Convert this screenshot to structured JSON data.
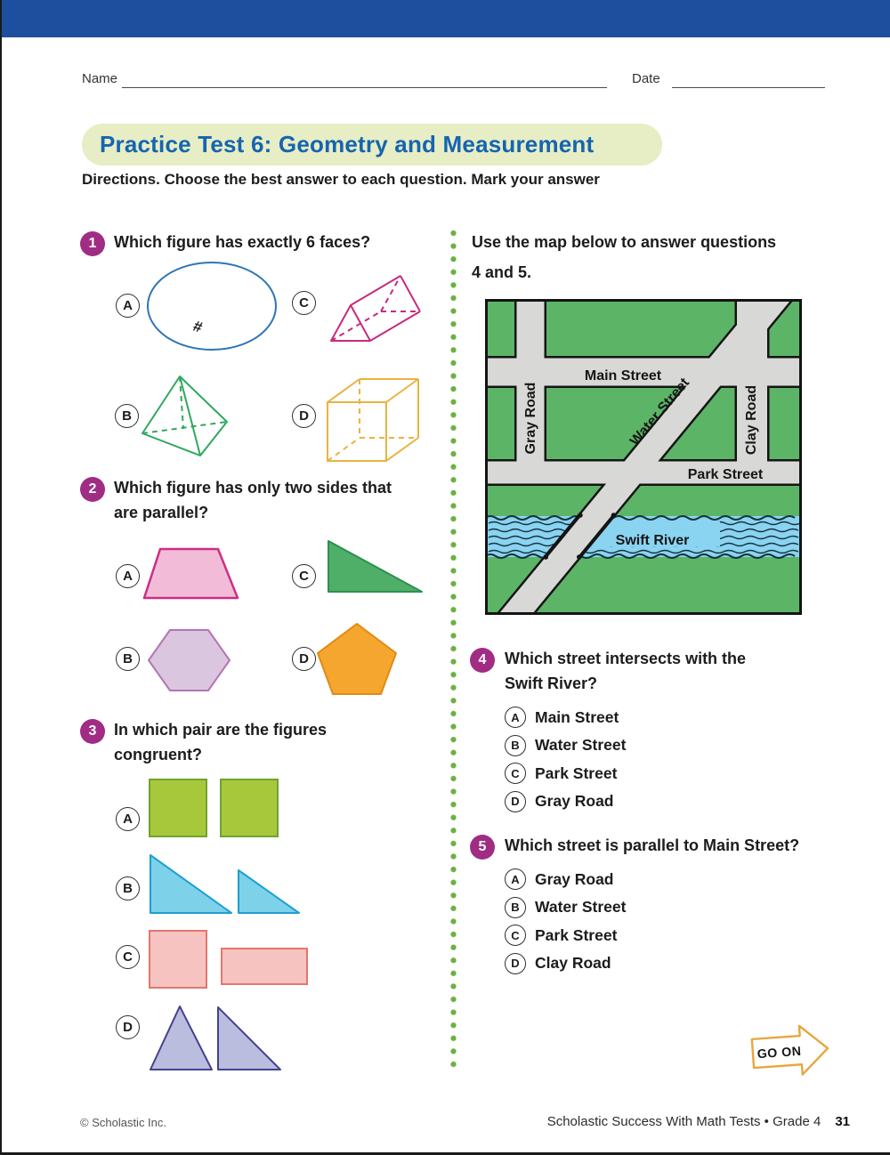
{
  "page": {
    "name_label": "Name",
    "date_label": "Date",
    "title": "Practice Test 6: Geometry and Measurement",
    "directions": "Directions. Choose the best answer to each question. Mark your answer"
  },
  "q1": {
    "number": "1",
    "text": "Which figure has exactly 6 faces?",
    "options": [
      {
        "letter": "A",
        "figure": "sphere"
      },
      {
        "letter": "B",
        "figure": "pyramid"
      },
      {
        "letter": "C",
        "figure": "triangular-prism"
      },
      {
        "letter": "D",
        "figure": "cube"
      }
    ]
  },
  "q2": {
    "number": "2",
    "text_line1": "Which figure has only two sides that",
    "text_line2": "are parallel?",
    "options": [
      {
        "letter": "A",
        "figure": "trapezoid"
      },
      {
        "letter": "B",
        "figure": "hexagon"
      },
      {
        "letter": "C",
        "figure": "right-triangle"
      },
      {
        "letter": "D",
        "figure": "pentagon"
      }
    ]
  },
  "q3": {
    "number": "3",
    "text_line1": "In which pair are the figures",
    "text_line2": "congruent?",
    "options": [
      {
        "letter": "A",
        "figure": "two-congruent-squares"
      },
      {
        "letter": "B",
        "figure": "two-different-size-right-triangles"
      },
      {
        "letter": "C",
        "figure": "square-and-rectangle"
      },
      {
        "letter": "D",
        "figure": "two-different-triangles"
      }
    ]
  },
  "map_section": {
    "intro_line1": "Use the map below to answer questions",
    "intro_line2": "4 and 5.",
    "labels": {
      "main_street": "Main Street",
      "gray_road": "Gray Road",
      "water_street": "Water Street",
      "clay_road": "Clay Road",
      "park_street": "Park Street",
      "swift_river": "Swift River"
    }
  },
  "q4": {
    "number": "4",
    "text_line1": "Which street intersects with the",
    "text_line2": "Swift River?",
    "options": [
      {
        "letter": "A",
        "label": "Main Street"
      },
      {
        "letter": "B",
        "label": "Water Street"
      },
      {
        "letter": "C",
        "label": "Park Street"
      },
      {
        "letter": "D",
        "label": "Gray Road"
      }
    ]
  },
  "q5": {
    "number": "5",
    "text": "Which street is parallel to Main Street?",
    "options": [
      {
        "letter": "A",
        "label": "Gray Road"
      },
      {
        "letter": "B",
        "label": "Water Street"
      },
      {
        "letter": "C",
        "label": "Park Street"
      },
      {
        "letter": "D",
        "label": "Clay Road"
      }
    ]
  },
  "footer": {
    "go_on": "GO ON",
    "copyright": "© Scholastic Inc.",
    "book_title": "Scholastic Success With Math Tests • Grade 4",
    "page_number": "31"
  },
  "colors": {
    "banner_blue": "#1d4f9e",
    "title_blue": "#1565b0",
    "title_pill_bg": "#e7edc5",
    "badge_magenta": "#a12c84",
    "divider_green": "#6cb044",
    "map_green": "#5cb567",
    "road_gray": "#d8d8d6",
    "river_blue": "#8ad4f2",
    "go_on_gold": "#e8a53c"
  }
}
